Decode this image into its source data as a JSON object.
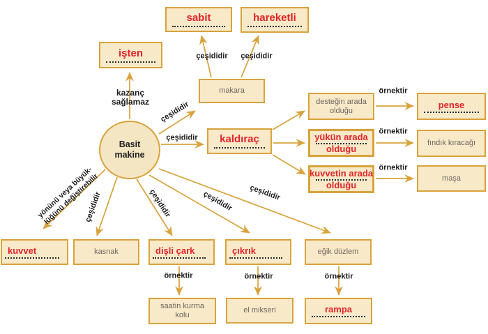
{
  "title": "Basit makine kavram haritası",
  "nodes": {
    "basit_line1": "Basit",
    "basit_line2": "makine",
    "isten": "işten",
    "sabit": "sabit",
    "hareketli": "hareketli",
    "makara": "makara",
    "kaldirac": "kaldıraç",
    "destegin": "desteğin arada olduğu",
    "yukun_line1": "yükün arada",
    "yukun_line2": "olduğu",
    "kuvvetin_line1": "kuvvetin arada",
    "kuvvetin_line2": "olduğu",
    "pense": "pense",
    "findik": "fındık kıracağı",
    "masa": "maşa",
    "kuvvet": "kuvvet",
    "kasnak": "kasnak",
    "disli_cark": "dişli çark",
    "cikrik": "çıkrık",
    "egik_duzlem": "eğik düzlem",
    "saatin": "saatin kurma kolu",
    "el_mikseri": "el mikseri",
    "rampa": "rampa"
  },
  "edge_labels": {
    "cesididir": "çeşididir",
    "ornektir": "örnektir",
    "kazanc_line1": "kazanç",
    "kazanc_line2": "sağlamaz",
    "yonunu_line1": "yönünü veya büyük-",
    "yonunu_line2": "lüğünü değiştirebilir"
  },
  "colors": {
    "accent": "#d8a33c",
    "box_fill": "#f8e9c9",
    "answer_red": "#e3242b",
    "label_text": "#1c1c1c",
    "plain_text": "#6e675e",
    "background": "#ffffff"
  }
}
